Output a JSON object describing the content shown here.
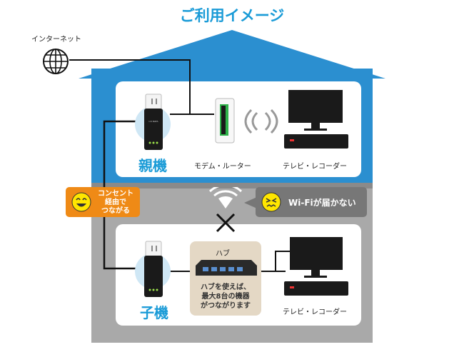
{
  "title": "ご利用イメージ",
  "internet_label": "インターネット",
  "upper_floor": {
    "parent_unit_label": "親機",
    "router_label": "モデム・ルーター",
    "tv_label": "テレビ・レコーダー"
  },
  "lower_floor": {
    "child_unit_label": "子機",
    "hub_label": "ハブ",
    "hub_description": [
      "ハブを使えば、",
      "最大8台の機器",
      "がつながります"
    ],
    "tv_label": "テレビ・レコーダー"
  },
  "callouts": {
    "outlet": [
      "コンセント",
      "経由で",
      "つながる"
    ],
    "wifi": "Wi-Fiが届かない"
  },
  "device_brand": "I-O DATA",
  "colors": {
    "title": "#1a9bd7",
    "house_roof": "#2b8fd0",
    "house_lower": "#a9a9a9",
    "orange_callout": "#ef8a16",
    "gray_callout": "#777777",
    "hub_box": "#e4d8c5"
  }
}
